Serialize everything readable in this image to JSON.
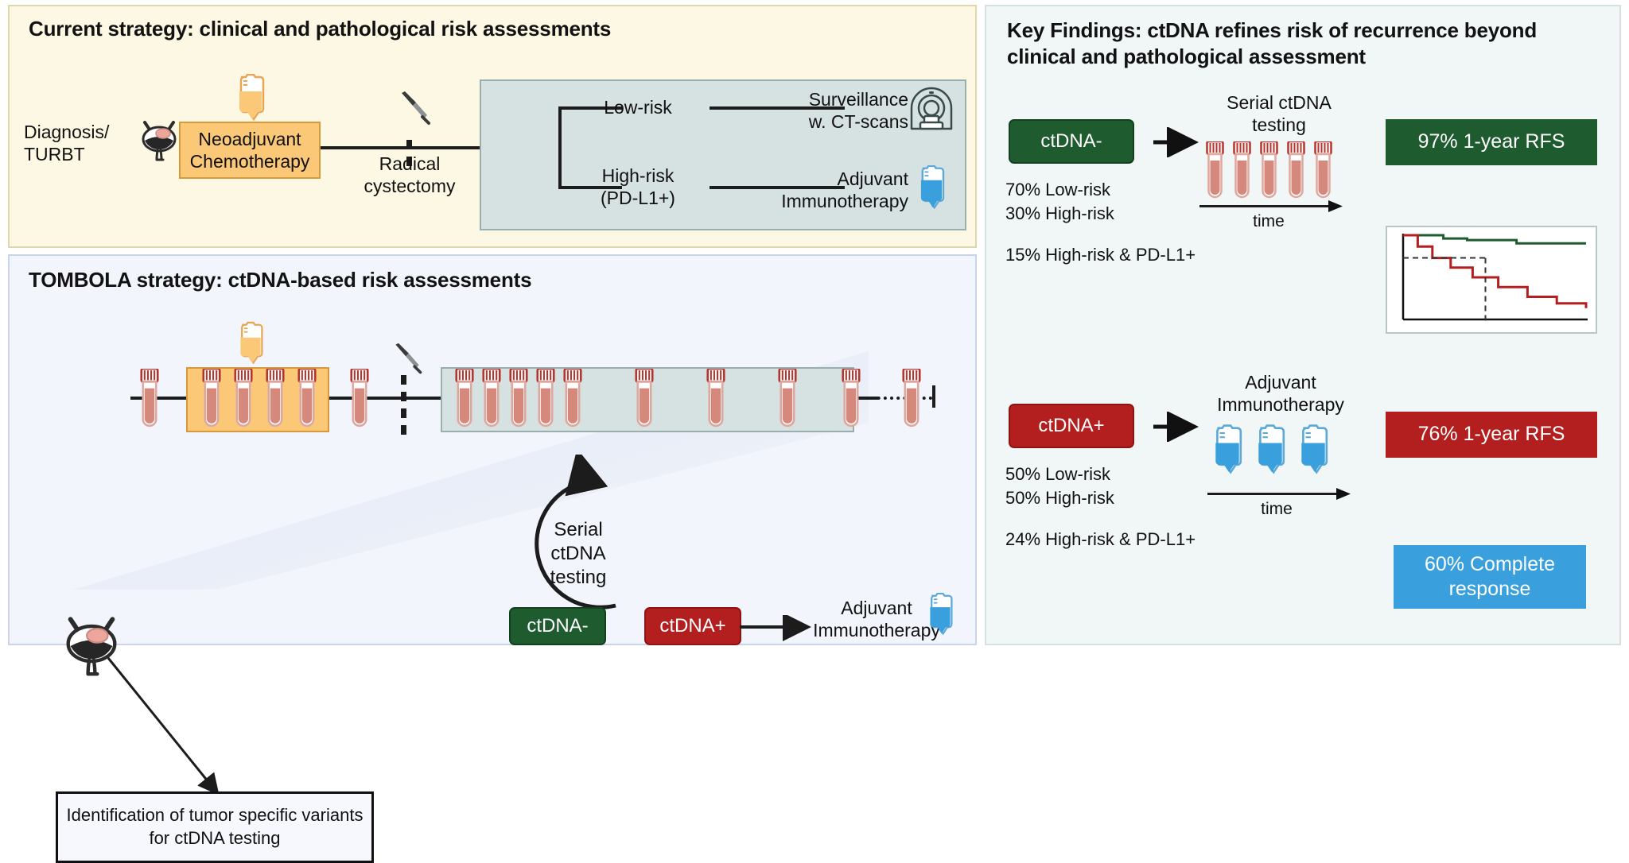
{
  "panels": {
    "current": {
      "title": "Current strategy: clinical and pathological risk assessments",
      "diagnosis_label": "Diagnosis/\nTURBT",
      "chemo_box": "Neoadjuvant\nChemotherapy",
      "cystectomy_label": "Radical\ncystectomy",
      "low_risk": "Low-risk",
      "high_risk": "High-risk\n(PD-L1+)",
      "surveillance": "Surveillance\nw. CT-scans",
      "adjuvant": "Adjuvant\nImmunotherapy",
      "icons": {
        "bladder": "bladder-icon",
        "iv_bag": "iv-bag-orange-icon",
        "scalpel": "scalpel-icon",
        "ct_scanner": "ct-scanner-icon",
        "iv_bag_blue": "iv-bag-blue-icon"
      }
    },
    "tombola": {
      "title": "TOMBOLA strategy: ctDNA-based risk assessments",
      "identification_box": "Identification of tumor specific\nvariants for ctDNA testing",
      "serial_circle": "Serial\nctDNA\ntesting",
      "ctdna_neg": "ctDNA-",
      "ctdna_pos": "ctDNA+",
      "adjuvant": "Adjuvant\nImmunotherapy",
      "icons": {
        "bladder": "bladder-icon",
        "iv_bag": "iv-bag-orange-icon",
        "scalpel": "scalpel-icon",
        "iv_bag_blue": "iv-bag-blue-icon",
        "blood-tube": "blood-tube-icon"
      },
      "tube_counts": {
        "before_chemo": 1,
        "during_chemo": 4,
        "after_chemo": 1,
        "surveillance_cluster": 5,
        "surveillance_spaced": 4,
        "final_outside": 1
      }
    },
    "key_findings": {
      "title": "Key Findings: ctDNA refines risk of recurrence beyond clinical and pathological assessment",
      "rows": [
        {
          "badge": "ctDNA-",
          "badge_color": "#1e5b2e",
          "stats": [
            "70% Low-risk",
            "30% High-risk"
          ],
          "stat_extra": "15% High-risk & PD-L1+",
          "arrow": "arrow-right-icon",
          "process_label": "Serial ctDNA\ntesting",
          "process_icon": "blood-tube-row-icon",
          "time_label": "time",
          "result": "97% 1-year RFS",
          "result_color": "#1e5b2e"
        },
        {
          "badge": "ctDNA+",
          "badge_color": "#b31f1f",
          "stats": [
            "50% Low-risk",
            "50% High-risk"
          ],
          "stat_extra": "24% High-risk & PD-L1+",
          "arrow": "arrow-right-icon",
          "process_label": "Adjuvant\nImmunotherapy",
          "process_icon": "iv-bag-row-icon",
          "time_label": "time",
          "result": "76% 1-year RFS",
          "result_color": "#b31f1f",
          "secondary_result": "60% Complete\nresponse",
          "secondary_color": "#3aa0dd"
        }
      ],
      "km_plot": {
        "type": "line",
        "title": "",
        "xlabel": "",
        "ylabel": "",
        "series": [
          {
            "name": "ctDNA-",
            "color": "#1e5b2e",
            "x": [
              0,
              10,
              22,
              35,
              48,
              62,
              78,
              100
            ],
            "y": [
              100,
              100,
              98,
              97,
              97,
              95,
              95,
              95
            ]
          },
          {
            "name": "ctDNA+",
            "color": "#b31f1f",
            "x": [
              0,
              8,
              16,
              26,
              38,
              52,
              68,
              84,
              100
            ],
            "y": [
              100,
              93,
              86,
              80,
              74,
              68,
              62,
              58,
              55
            ]
          }
        ],
        "reference_lines": {
          "horizontal_y": 86,
          "vertical_x": 45
        }
      }
    }
  },
  "colors": {
    "panel_current_bg": "#fdf8e3",
    "panel_tombola_bg": "#f2f5fc",
    "panel_key_bg": "#f1f6f6",
    "chemo_orange": "#fbc878",
    "risk_grey": "#d6e1e1",
    "green": "#1e5b2e",
    "red": "#b31f1f",
    "blue": "#3aa0dd"
  }
}
